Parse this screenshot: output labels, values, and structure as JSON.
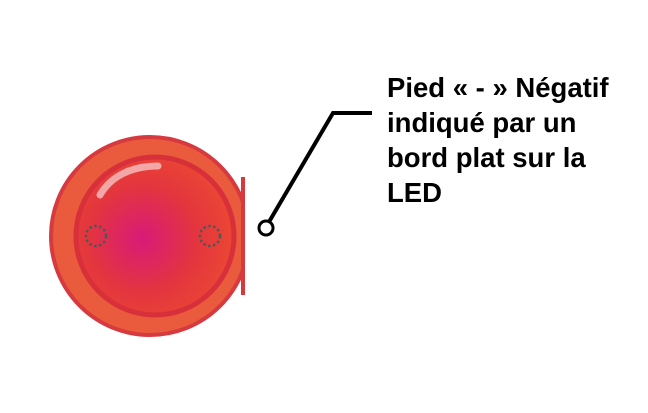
{
  "callout": {
    "lines": [
      "Pied « - » Négatif",
      "indiqué par un",
      "bord plat sur la",
      "LED"
    ]
  },
  "colors": {
    "outer_rim": "#d63a3f",
    "flange": "#ea5a3c",
    "lens_edge": "#d8303a",
    "lens_center": "#d81b78",
    "lens_outer": "#ec4a32",
    "lead_marker": "#555555",
    "leader_line": "#000000"
  },
  "icons": {
    "lead_markers": "dotted-circle-icon",
    "callout_endpoint": "hollow-circle-icon"
  }
}
